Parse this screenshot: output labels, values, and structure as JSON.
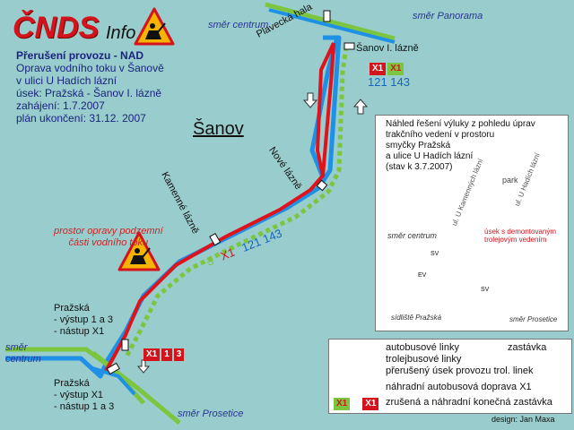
{
  "logo": {
    "brand": "ČNDS",
    "suffix": "Info"
  },
  "info": {
    "title": "Přerušení provozu - NAD",
    "line1": "Oprava vodního toku v Šanově",
    "line2": "v ulici U Hadích lázní",
    "section": "úsek: Pražská - Šanov I. lázně",
    "start": "zahájení: 1.7.2007",
    "end": "plán ukončení: 31.12. 2007"
  },
  "district": "Šanov",
  "directions": {
    "centrum_top": "směr centrum",
    "panorama": "směr Panorama",
    "centrum_left": "směr centrum",
    "prosetice": "směr Prosetice"
  },
  "stops": {
    "plavecka": "Plavecká hala",
    "sanov1": "Šanov I. lázně",
    "nove": "Nové lázně",
    "kamenne": "Kamenné lázně",
    "prazska_a_title": "Pražská",
    "prazska_a_1": "- výstup 1 a 3",
    "prazska_a_2": "- nástup X1",
    "prazska_b_title": "Pražská",
    "prazska_b_1": "- výstup X1",
    "prazska_b_2": "- nástup 1 a 3"
  },
  "site_note": {
    "line1": "prostor opravy podzemní",
    "line2": "části vodního toku"
  },
  "lines": {
    "bus": "121  143",
    "bus_top": "121 143",
    "x1": "X1",
    "l1": "1",
    "l3": "3",
    "crossed": "3"
  },
  "inset": {
    "title1": "Náhled řešení výluky z pohledu úprav",
    "title2": "trakčního vedení v prostoru",
    "title3": "smyčky Pražská",
    "title4": "a ulice U Hadích lázní",
    "title5": "(stav k 3.7.2007)",
    "park": "park",
    "street_kamennych": "ul. U Kamenných lázní",
    "street_hadich": "ul. U Hadích lázní",
    "note1": "úsek s demontovaným",
    "note2": "trolejovým vedením",
    "centrum": "směr centrum",
    "prazska": "sídliště Pražská",
    "prosetice": "směr Prosetice",
    "sv1": "SV",
    "ev": "EV",
    "sv2": "SV"
  },
  "legend": {
    "bus": "autobusové linky",
    "trolley": "trolejbusové linky",
    "interrupted": "přerušený úsek provozu trol. linek",
    "replacement": "náhradní autobusová doprava X1",
    "stop": "zastávka",
    "cancelled": "zrušená a náhradní konečná zastávka",
    "x1": "X1"
  },
  "credit": "design: Jan Maxa",
  "colors": {
    "bus": "#1e90e6",
    "trolley": "#7cc53f",
    "replacement": "#e0121b",
    "background": "#99cccc"
  }
}
